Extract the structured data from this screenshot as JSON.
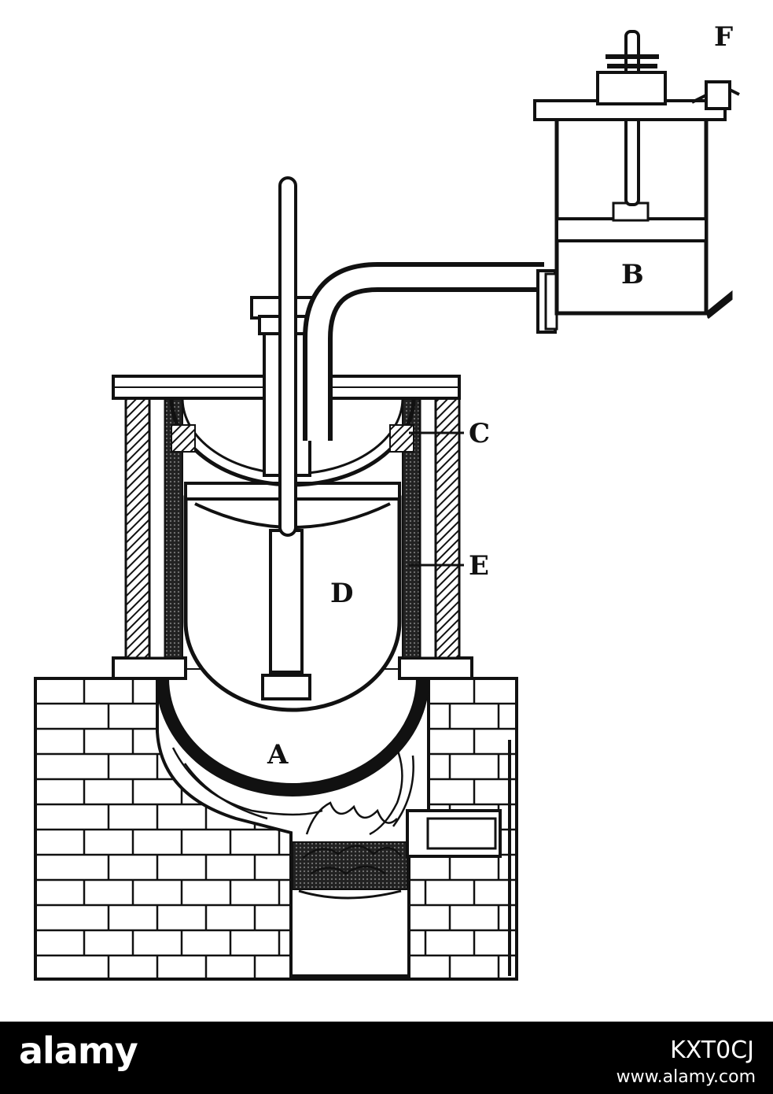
{
  "diagram": {
    "labels": {
      "a": "A",
      "b": "B",
      "c": "C",
      "d": "D",
      "e": "E",
      "f": "F"
    },
    "colors": {
      "ink": "#111111",
      "paper": "#ffffff"
    }
  },
  "footer": {
    "brand": "alamy",
    "image_id": "KXT0CJ",
    "url": "www.alamy.com",
    "background": "#000000",
    "text_color": "#ffffff"
  }
}
